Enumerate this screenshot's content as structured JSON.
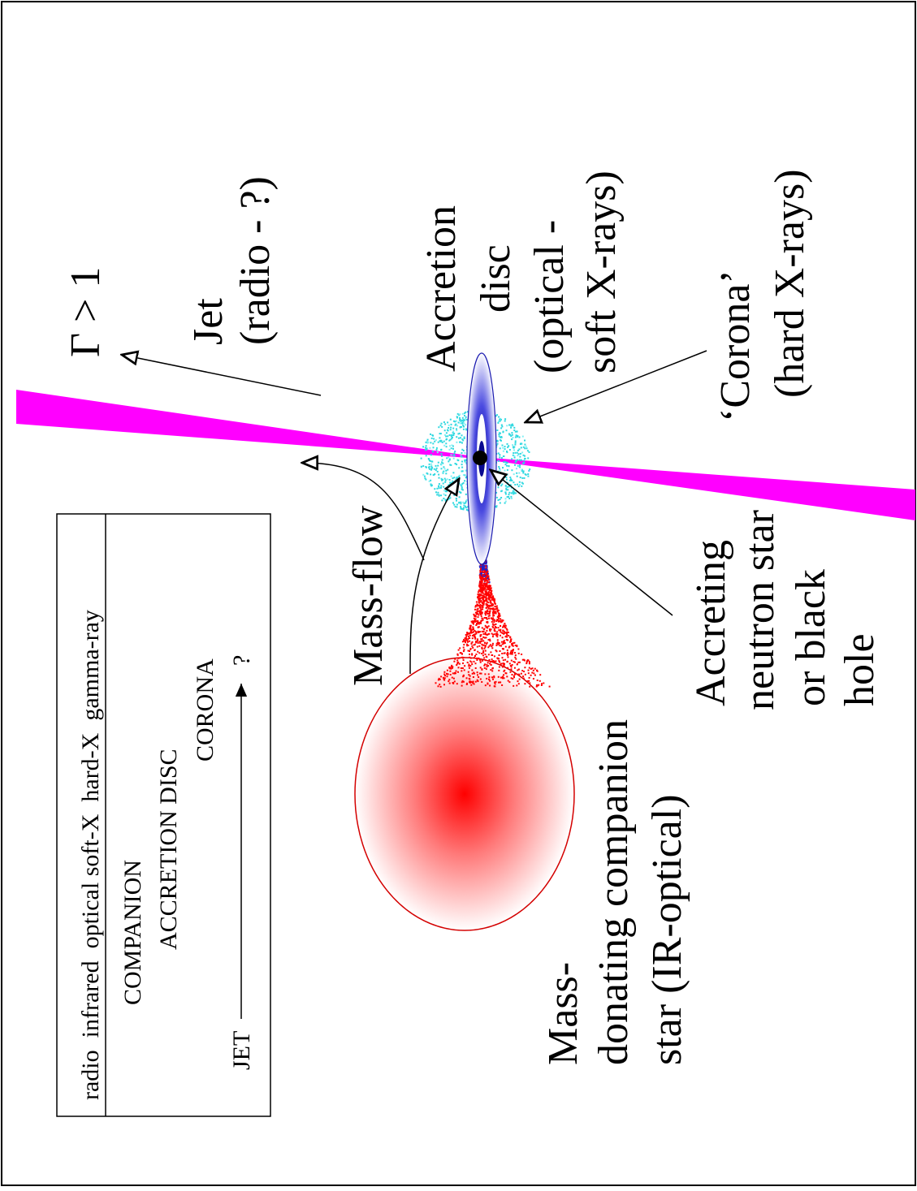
{
  "labels": {
    "gamma": "Γ > 1",
    "jet_line1": "Jet",
    "jet_line2": "(radio - ?)",
    "disc_line1": "Accretion",
    "disc_line2": "disc",
    "disc_line3": "(optical -",
    "disc_line4": "soft X-rays)",
    "corona_line1": "‘Corona’",
    "corona_line2": "(hard X-rays)",
    "massflow": "Mass-flow",
    "accretor_line1": "Accreting",
    "accretor_line2": "neutron star",
    "accretor_line3": "or black",
    "accretor_line4": "hole",
    "companion_line1": "Mass-",
    "companion_line2": "donating companion",
    "companion_line3": "star (IR-optical)"
  },
  "legend": {
    "bands": "radio  infrared  optical soft-X  hard-X  gamma-ray",
    "companion": "COMPANION",
    "accretion_disc": "ACCRETION DISC",
    "corona": "CORONA",
    "jet": "JET",
    "question": "?"
  },
  "colors": {
    "jet": "#ff00ff",
    "companion": "#ff0000",
    "disc": "#2a2ad8",
    "corona": "#30d8e0",
    "compact_object": "#000000"
  }
}
